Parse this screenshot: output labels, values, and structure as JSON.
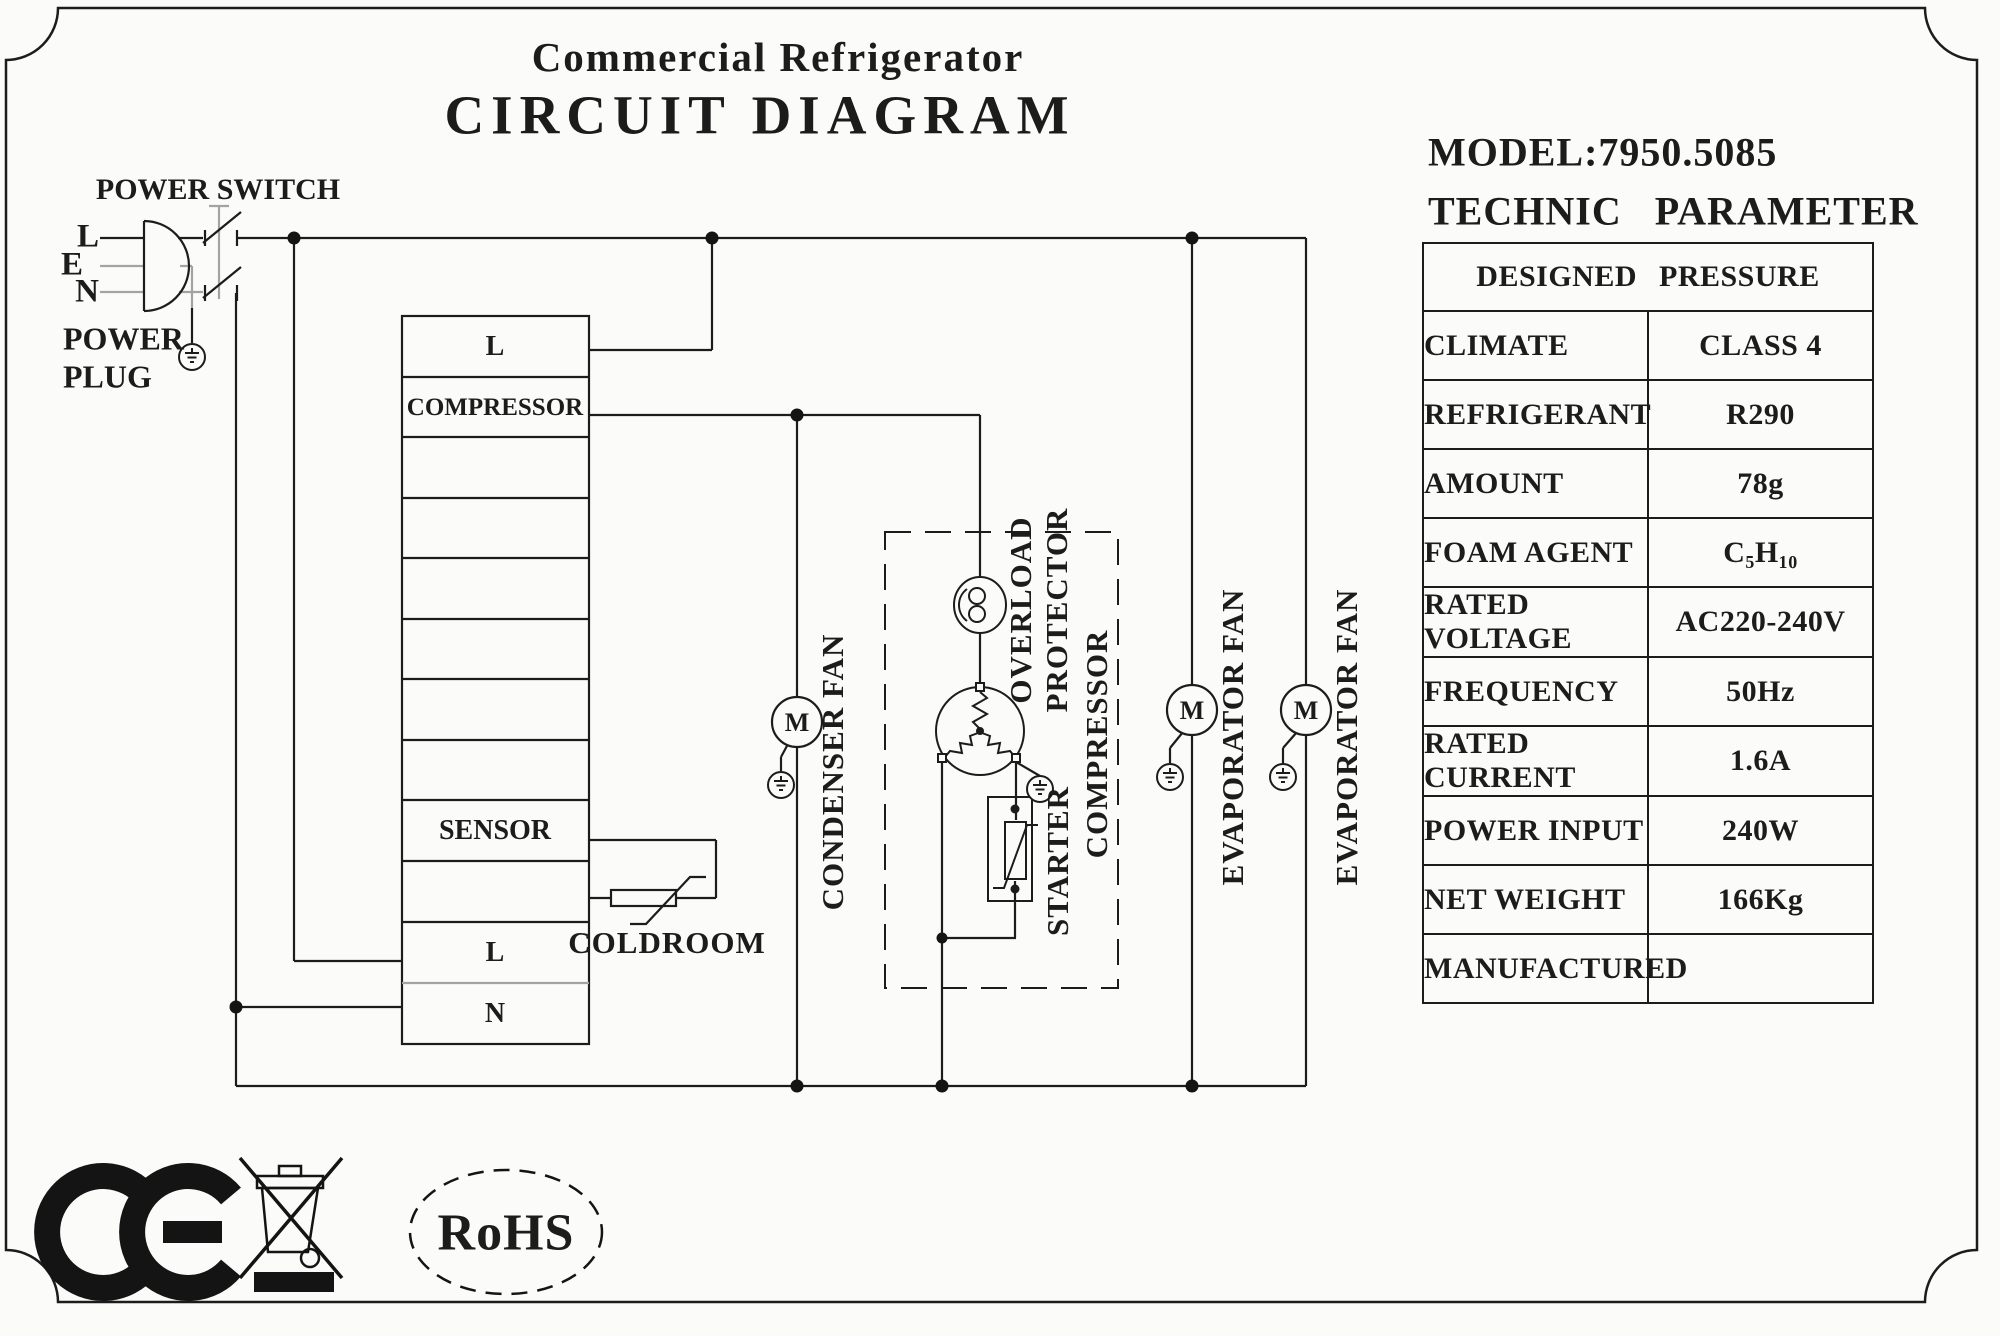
{
  "page": {
    "background": "#fbfbf9",
    "line_color": "#1c1c1c",
    "gray_line_color": "#a3a3a3"
  },
  "title": {
    "line1": "Commercial Refrigerator",
    "line2": "CIRCUIT DIAGRAM"
  },
  "model": {
    "model_line": "MODEL:7950.5085",
    "section_line": "TECHNIC PARAMETER"
  },
  "parameter_table": {
    "header": "DESIGNED PRESSURE",
    "rows": [
      {
        "label": "CLIMATE",
        "value": "CLASS 4"
      },
      {
        "label": "REFRIGERANT",
        "value": "R290"
      },
      {
        "label": "AMOUNT",
        "value": "78g"
      },
      {
        "label": "FOAM AGENT",
        "value": "C₅H₁₀"
      },
      {
        "label": "RATED VOLTAGE",
        "value": "AC220-240V"
      },
      {
        "label": "FREQUENCY",
        "value": "50Hz"
      },
      {
        "label": "RATED CURRENT",
        "value": "1.6A"
      },
      {
        "label": "POWER INPUT",
        "value": "240W"
      },
      {
        "label": "NET WEIGHT",
        "value": "166Kg"
      },
      {
        "label": "MANUFACTURED",
        "value": ""
      }
    ]
  },
  "diagram": {
    "power_switch_label": "POWER SWITCH",
    "power_plug_label": {
      "line1": "POWER",
      "line2": "PLUG"
    },
    "plug_terminals": [
      "L",
      "E",
      "N"
    ],
    "terminal_block": {
      "rows": [
        "L",
        "COMPRESSOR",
        "",
        "",
        "",
        "",
        "",
        "",
        "SENSOR",
        "",
        "L",
        "N"
      ]
    },
    "coldroom_label": "COLDROOM",
    "condenser_fan_label": "CONDENSER FAN",
    "overload_protector_label": {
      "line1": "OVERLOAD",
      "line2": "PROTECTOR"
    },
    "compressor_label": "COMPRESSOR",
    "starter_label": "STARTER",
    "evaporator_fan_labels": [
      "EVAPORATOR FAN",
      "EVAPORATOR FAN"
    ],
    "motor_label": "M"
  },
  "certifications": {
    "rohs_label": "RoHS"
  }
}
